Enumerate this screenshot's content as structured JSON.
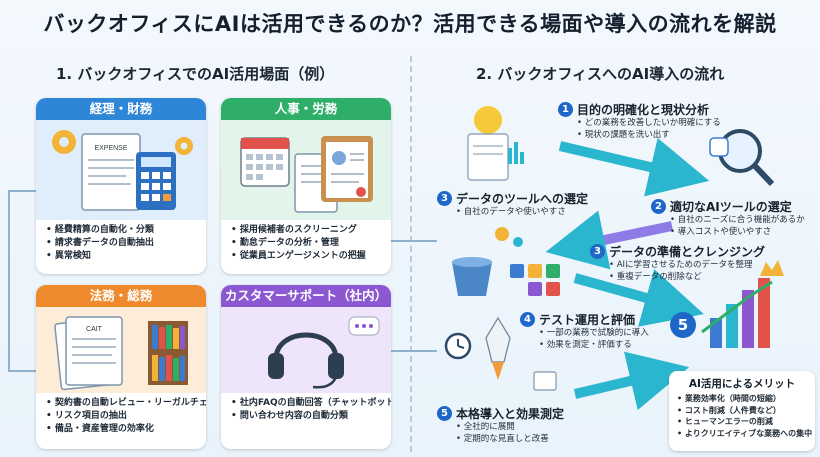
{
  "title": "バックオフィスにAIは活用できるのか？活用できる場面や導入の流れを解説",
  "left_section": {
    "title": "1. バックオフィスでのAI活用場面（例）",
    "cards": [
      {
        "label": "経理・財務",
        "doc_text": "EXPENSE",
        "items": [
          "経費精算の自動化・分類",
          "請求書データの自動抽出",
          "異常検知"
        ]
      },
      {
        "label": "人事・労務",
        "items": [
          "採用候補者のスクリーニング",
          "勤怠データの分析・管理",
          "従業員エンゲージメントの把握"
        ]
      },
      {
        "label": "法務・総務",
        "doc_text": "CAIT",
        "items": [
          "契約書の自動レビュー・リーガルチェック",
          "リスク項目の抽出",
          "備品・資産管理の効率化"
        ]
      },
      {
        "label": "カスタマーサポート（社内）",
        "items": [
          "社内FAQの自動回答（チャットボット）",
          "問い合わせ内容の自動分類"
        ]
      }
    ]
  },
  "right_section": {
    "title": "2. バックオフィスへのAI導入の流れ",
    "steps": [
      {
        "num": "1",
        "label": "目的の明確化と現状分析",
        "items": [
          "どの業務を改善したいか明確にする",
          "現状の課題を洗い出す"
        ]
      },
      {
        "num": "2",
        "label": "適切なAIツールの選定",
        "items": [
          "自社のニーズに合う機能があるか",
          "導入コストや使いやすさ"
        ]
      },
      {
        "num": "3",
        "label": "データのツールへの選定",
        "items": [
          "自社のデータや使いやすさ"
        ]
      },
      {
        "num": "3",
        "label": "データの準備とクレンジング",
        "items": [
          "AIに学習させるためのデータを整理",
          "重複データの削除など"
        ]
      },
      {
        "num": "4",
        "label": "テスト運用と評価",
        "items": [
          "一部の業務で試験的に導入",
          "効果を測定・評価する"
        ]
      },
      {
        "num": "5",
        "label": "本格導入と効果測定",
        "items": [
          "全社的に展開",
          "定期的な見直しと改善"
        ]
      }
    ],
    "final_num": "5",
    "merit": {
      "title": "AI活用によるメリット",
      "items": [
        "業務効率化（時間の短縮）",
        "コスト削減（人件費など）",
        "ヒューマンエラーの削減",
        "よりクリエイティブな業務への集中"
      ]
    }
  },
  "colors": {
    "finance": "#2f86d6",
    "hr": "#2fae6a",
    "legal": "#ef8a2c",
    "support": "#8b58d1",
    "step_badge": "#1f66c9",
    "flow_arrow": "#2bb6cf"
  }
}
